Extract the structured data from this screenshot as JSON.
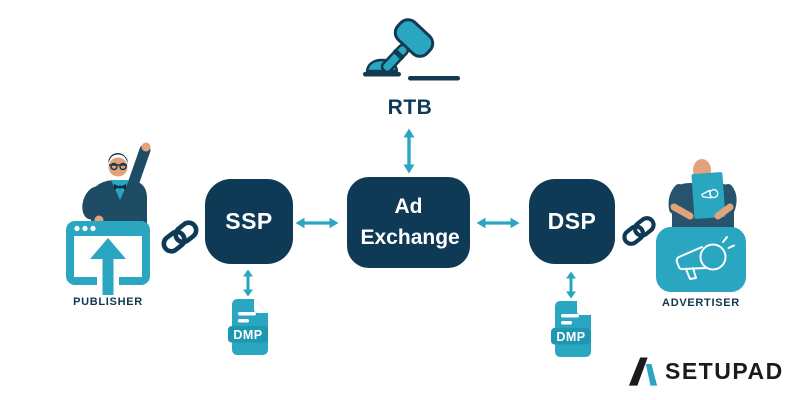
{
  "title": "Programmatic advertising ecosystem diagram",
  "colors": {
    "navy": "#0E3A56",
    "teal": "#2AA6C1",
    "teal_dark": "#1E97B1",
    "suit_navy": "#1E4C64",
    "sweater_teal": "#27546C",
    "skin": "#E2A37B",
    "logo_black": "#1B1B1E"
  },
  "nodes": {
    "rtb": {
      "label": "RTB"
    },
    "ssp": {
      "label": "SSP"
    },
    "ad_exchange": {
      "label": "Ad Exchange"
    },
    "dsp": {
      "label": "DSP"
    },
    "dmp_left": {
      "label": "DMP"
    },
    "dmp_right": {
      "label": "DMP"
    },
    "publisher": {
      "label": "PUBLISHER"
    },
    "advertiser": {
      "label": "ADVERTISER"
    }
  },
  "connections": [
    {
      "from": "RTB",
      "to": "Ad Exchange",
      "type": "bidirectional-arrow"
    },
    {
      "from": "SSP",
      "to": "Ad Exchange",
      "type": "bidirectional-arrow"
    },
    {
      "from": "Ad Exchange",
      "to": "DSP",
      "type": "bidirectional-arrow"
    },
    {
      "from": "SSP",
      "to": "DMP",
      "type": "bidirectional-arrow"
    },
    {
      "from": "DSP",
      "to": "DMP",
      "type": "bidirectional-arrow"
    },
    {
      "from": "Publisher",
      "to": "SSP",
      "type": "chain-link"
    },
    {
      "from": "DSP",
      "to": "Advertiser",
      "type": "chain-link"
    }
  ],
  "icons": [
    "gavel-icon",
    "chain-link-icon",
    "browser-upload-icon",
    "megaphone-icon",
    "dmp-file-icon",
    "setupad-logo-mark"
  ],
  "branding": {
    "logo_text": "SETUPAD"
  }
}
